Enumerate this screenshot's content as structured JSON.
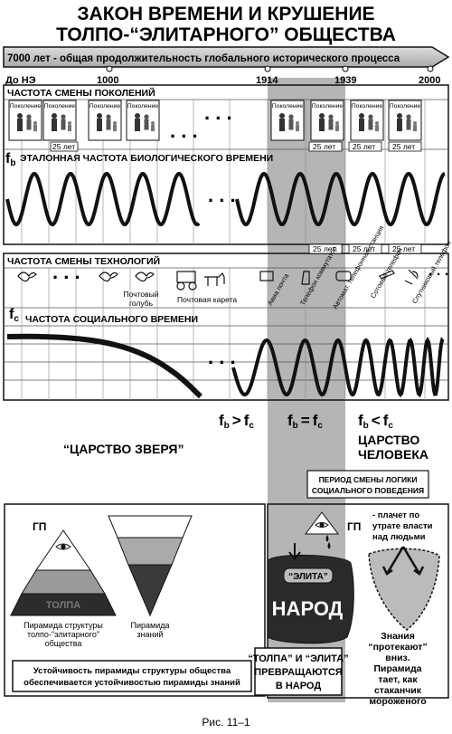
{
  "title": {
    "line1": "ЗАКОН ВРЕМЕНИ И КРУШЕНИЕ",
    "line2": "ТОЛПО-“ЭЛИТАРНОГО” ОБЩЕСТВА"
  },
  "timeline": {
    "arrow_label": "7000 лет - общая продолжительность глобального исторического процесса",
    "ticks": [
      "До НЭ",
      "1000",
      "1914",
      "1939",
      "2000"
    ]
  },
  "generations": {
    "header": "ЧАСТОТА СМЕНЫ ПОКОЛЕНИЙ",
    "card_label": "Поколение",
    "interval": "25 лет"
  },
  "biological": {
    "label": "ЭТАЛОННАЯ ЧАСТОТА БИОЛОГИЧЕСКОГО ВРЕМЕНИ",
    "symbol": "f",
    "subscript": "b"
  },
  "technologies": {
    "header": "ЧАСТОТА СМЕНЫ ТЕХНОЛОГИЙ",
    "interval": "25 лет",
    "items": [
      "Почтовый голубь",
      "Почтовая карета",
      "Авиа почта",
      "Телефон коммутатор",
      "Автомат. телефонная станция",
      "Сотовый телефон",
      "Спутниковый телефон"
    ]
  },
  "social": {
    "label": "ЧАСТОТА СОЦИАЛЬНОГО ВРЕМЕНИ",
    "symbol": "f",
    "subscript": "c"
  },
  "comparisons": {
    "gt": ">",
    "eq": "=",
    "lt": "<",
    "fb": "f",
    "fb_sub": "b",
    "fc": "f",
    "fc_sub": "c"
  },
  "kingdom_beast": "“ЦАРСТВО ЗВЕРЯ”",
  "kingdom_human": [
    "ЦАРСТВО",
    "ЧЕЛОВЕКА"
  ],
  "period_box": [
    "ПЕРИОД СМЕНЫ ЛОГИКИ",
    "СОЦИАЛЬНОГО ПОВЕДЕНИЯ"
  ],
  "pyramids": {
    "gp": "ГП",
    "crowd_label": "ТОЛПА",
    "structure_caption": [
      "Пирамида структуры",
      "толпо-\"элитарного\"",
      "общества"
    ],
    "knowledge_caption": [
      "Пирамида",
      "знаний"
    ],
    "stability_note": [
      "Устойчивость пирамиды структуры общества",
      "обеспечивается устойчивостью пирамиды знаний"
    ]
  },
  "right_panel": {
    "gp": "ГП",
    "gp_note": [
      "- плачет по",
      "утрате власти",
      "над людьми"
    ],
    "elite": "“ЭЛИТА”",
    "people": "НАРОД",
    "transform": [
      "“ТОЛПА” И “ЭЛИТА”",
      "ПРЕВРАЩАЮТСЯ",
      "В НАРОД"
    ],
    "knowledge_note": [
      "Знания",
      "“протекают”",
      "вниз.",
      "Пирамида",
      "тает, как",
      "стаканчик",
      "мороженого"
    ]
  },
  "caption": "Рис. 11–1",
  "colors": {
    "highlight": "#b5b5b5",
    "line": "#111111",
    "grid": "#888888",
    "dark": "#2a2a2a"
  }
}
